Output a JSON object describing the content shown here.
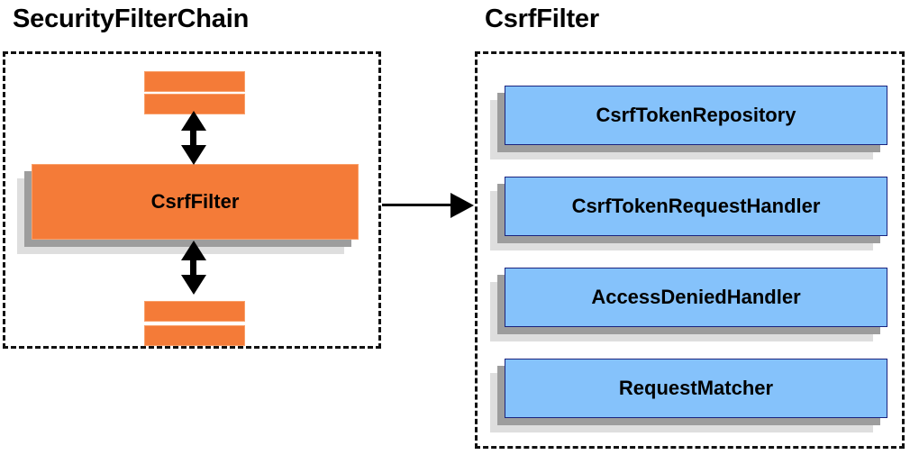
{
  "diagram": {
    "title_left": "SecurityFilterChain",
    "title_right": "CsrfFilter",
    "colors": {
      "component_orange": "#f47b38",
      "component_orange_border": "#f9a06a",
      "component_blue": "#85c2fb",
      "component_blue_border": "#1a237e",
      "shadow_mid": "#9d9d9d",
      "shadow_far": "#dedede",
      "outline_dashed": "#111111",
      "arrow": "#000000",
      "background": "#ffffff"
    }
  },
  "left_panel": {
    "title": "SecurityFilterChain",
    "filter_label": "CsrfFilter",
    "placeholder_bars": [
      {
        "name": "filter-bar-top-1"
      },
      {
        "name": "filter-bar-top-2"
      },
      {
        "name": "filter-bar-bottom-1"
      },
      {
        "name": "filter-bar-bottom-2"
      }
    ],
    "arrows": [
      {
        "name": "chain-arrow-above",
        "type": "double-headed-vertical"
      },
      {
        "name": "chain-arrow-below",
        "type": "double-headed-vertical"
      }
    ]
  },
  "connector": {
    "name": "csrffilter-detail-arrow",
    "type": "single-headed-horizontal",
    "from": "SecurityFilterChain.CsrfFilter",
    "to": "CsrfFilter"
  },
  "right_panel": {
    "title": "CsrfFilter",
    "collaborators": [
      {
        "label": "CsrfTokenRepository"
      },
      {
        "label": "CsrfTokenRequestHandler"
      },
      {
        "label": "AccessDeniedHandler"
      },
      {
        "label": "RequestMatcher"
      }
    ]
  }
}
